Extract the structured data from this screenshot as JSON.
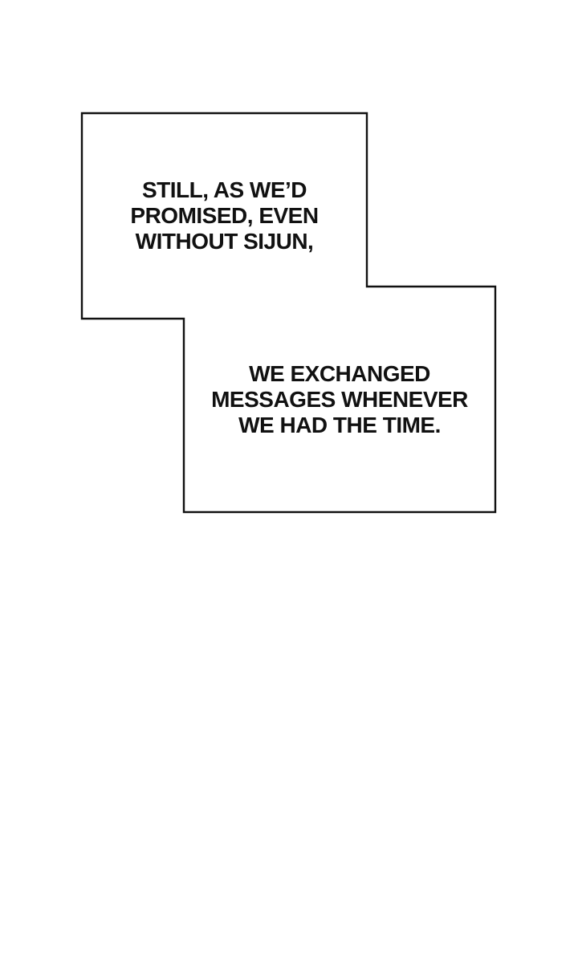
{
  "page": {
    "background_color": "#ffffff"
  },
  "panel": {
    "outline_color": "#111111",
    "fill_color": "#ffffff",
    "text_color": "#111111"
  },
  "captions": [
    {
      "lines": [
        "STILL, AS WE’D",
        "PROMISED, EVEN",
        "WITHOUT SIJUN,"
      ]
    },
    {
      "lines": [
        "WE EXCHANGED",
        "MESSAGES WHENEVER",
        "WE HAD THE TIME."
      ]
    }
  ]
}
